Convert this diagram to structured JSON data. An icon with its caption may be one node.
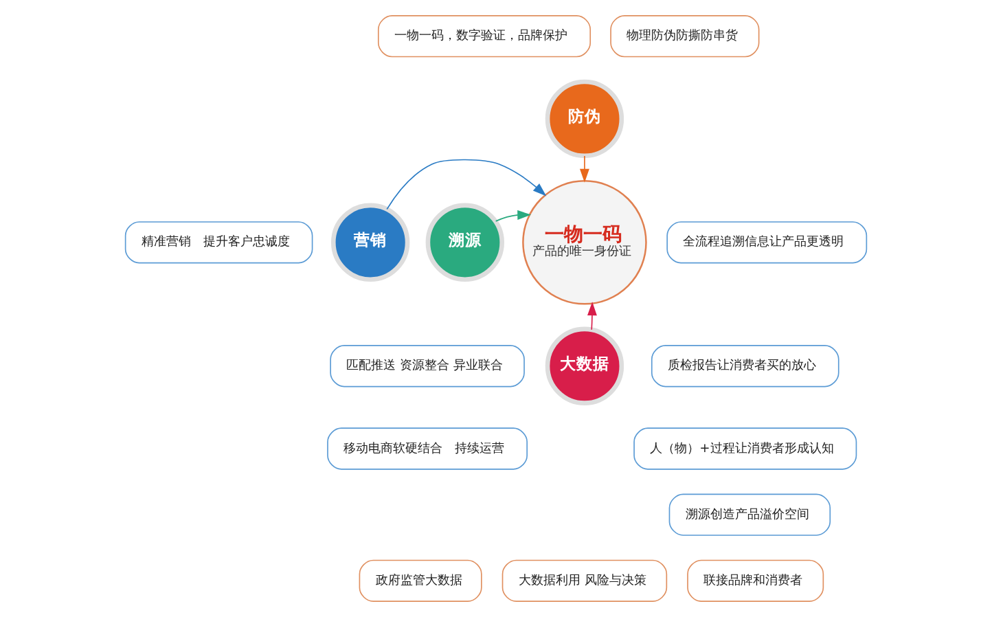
{
  "diagram": {
    "nodes": [
      {
        "text": [
          "一物一码",
          "产品的唯一身份证"
        ]
      },
      {
        "text": [
          "防伪"
        ]
      },
      {
        "text": [
          "营销"
        ]
      },
      {
        "text": [
          "溯源"
        ]
      },
      {
        "text": [
          "大数据"
        ]
      },
      {
        "text": [
          "一物一码，数字验证，品牌保护"
        ]
      },
      {
        "text": [
          "物理防伪防撕防串货"
        ]
      },
      {
        "text": [
          "精准营销　提升客户忠诚度"
        ]
      },
      {
        "text": [
          "匹配推送 资源整合 异业联合"
        ]
      },
      {
        "text": [
          "移动电商软硬结合　持续运营"
        ]
      },
      {
        "text": [
          "全流程追溯信息让产品更透明"
        ]
      },
      {
        "text": [
          "质检报告让消费者买的放心"
        ]
      },
      {
        "text": [
          "人（物）+过程让消费者形成认知"
        ]
      },
      {
        "text": [
          "溯源创造产品溢价空间"
        ]
      },
      {
        "text": [
          "政府监管大数据"
        ]
      },
      {
        "text": [
          "大数据利用 风险与决策"
        ]
      },
      {
        "text": [
          "联接品牌和消费者"
        ]
      }
    ],
    "edges": [
      {
        "from": 1,
        "to": 0,
        "arrow": "to",
        "color": "#e8691c"
      },
      {
        "from": 2,
        "to": 0,
        "arrow": "to",
        "color": "#2a7bc4"
      },
      {
        "from": 3,
        "to": 0,
        "arrow": "to",
        "color": "#2aaa7f"
      },
      {
        "from": 4,
        "to": 0,
        "arrow": "to",
        "color": "#d81e4a"
      }
    ]
  }
}
